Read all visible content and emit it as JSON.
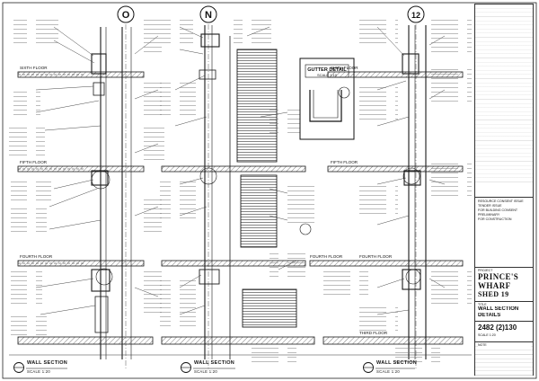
{
  "gridlines": {
    "left": "O",
    "middle": "N",
    "right": "12"
  },
  "detail_titles": {
    "left": {
      "title": "WALL SECTION",
      "scale": "SCALE 1:20"
    },
    "middle": {
      "title": "WALL SECTION",
      "scale": "SCALE 1:20"
    },
    "right": {
      "title": "WALL SECTION",
      "scale": "SCALE 1:20"
    }
  },
  "gutter_detail": {
    "title": "GUTTER DETAIL",
    "scale": "SCALE 1:10"
  },
  "floor_labels": {
    "sixth_left": "SIXTH FLOOR",
    "sixth_right": "SIXTH FLOOR",
    "fifth_left": "FIFTH FLOOR",
    "fifth_right": "FIFTH FLOOR",
    "fourth_left": "FOURTH FLOOR",
    "fourth_mid": "FOURTH FLOOR",
    "fourth_right": "FOURTH FLOOR",
    "third_right": "THIRD FLOOR"
  },
  "title_block": {
    "revisions": [
      "RESOURCE CONSENT ISSUE",
      "TENDER ISSUE",
      "FOR BUILDING CONSENT",
      "PRELIMINARY",
      "FOR CONSTRUCTION"
    ],
    "project_label": "PROJECT",
    "project_name_line1": "PRINCE'S",
    "project_name_line2": "WHARF",
    "project_name_line3": "SHED 19",
    "title_label": "TITLE",
    "drawing_title_line1": "WALL SECTION",
    "drawing_title_line2": "DETAILS",
    "drawing_number": "2482 (2)130",
    "scale_text": "SCALE 1:20",
    "notes_label": "NOTE"
  },
  "colors": {
    "ink": "#1a1a1a",
    "hatch": "#555555",
    "paper": "#ffffff"
  }
}
